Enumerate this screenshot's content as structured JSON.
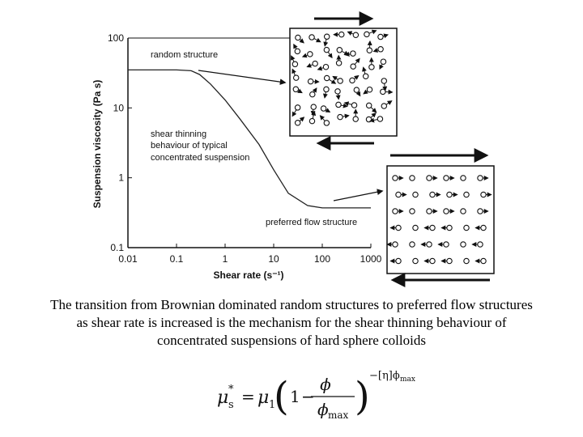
{
  "chart_data": {
    "type": "line",
    "x_scale": "log",
    "y_scale": "log",
    "xlim": [
      0.01,
      1000
    ],
    "ylim": [
      0.1,
      100
    ],
    "xlabel": "Shear rate (s⁻¹)",
    "ylabel": "Suspension viscosity (Pa s)",
    "x_ticks": [
      0.01,
      0.1,
      1,
      10,
      100,
      1000
    ],
    "x_tick_labels": [
      "0.01",
      "0.1",
      "1",
      "10",
      "100",
      "1000"
    ],
    "y_ticks": [
      0.1,
      1,
      10,
      100
    ],
    "y_tick_labels": [
      "0.1",
      "1",
      "10",
      "100"
    ],
    "grid": false,
    "series": [
      {
        "x": [
          0.01,
          0.1,
          0.2,
          0.3,
          0.5,
          1,
          2,
          5,
          10,
          20,
          50,
          100,
          1000
        ],
        "y": [
          35,
          35,
          34,
          30,
          22,
          13,
          7,
          3,
          1.3,
          0.6,
          0.4,
          0.37,
          0.37
        ]
      }
    ],
    "annotations": {
      "random_structure": "random structure",
      "shear_thinning_1": "shear thinning",
      "shear_thinning_2": "behaviour of typical",
      "shear_thinning_3": "concentrated suspension",
      "preferred_flow": "preferred flow structure"
    }
  },
  "caption": {
    "line1": "The transition from Brownian dominated random structures to preferred flow structures",
    "line2": "as shear rate is increased is the mechanism for the shear thinning behaviour of",
    "line3": "concentrated suspensions of hard sphere colloids"
  },
  "equation": {
    "lhs_symbol": "μ",
    "lhs_sup": "*",
    "lhs_sub": "s",
    "equals": "=",
    "mu_symbol": "μ",
    "mu_sub": "1",
    "one": "1",
    "minus": "−",
    "numerator": "ϕ",
    "denominator": "ϕ",
    "denominator_sub": "max",
    "exponent": "−[η]ϕ",
    "exponent_sub": "max"
  }
}
